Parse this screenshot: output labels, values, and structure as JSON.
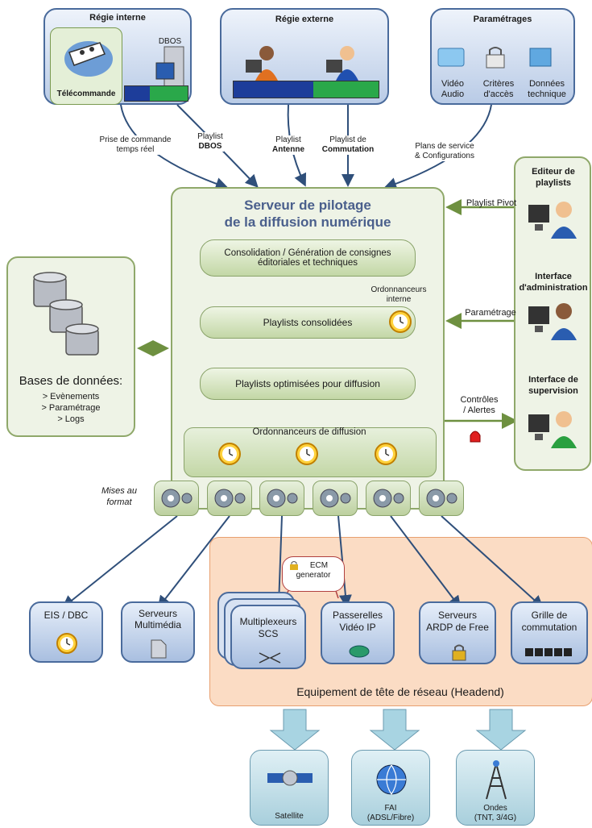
{
  "top": {
    "regie_interne": {
      "title": "Régie interne",
      "dbos": "DBOS",
      "telecommande": "Télécommande"
    },
    "regie_externe": {
      "title": "Régie externe"
    },
    "parametrages": {
      "title": "Paramétrages",
      "items": [
        "Vidéo Audio",
        "Critères d'accès",
        "Données technique"
      ]
    }
  },
  "input_labels": {
    "prise": [
      "Prise de commande",
      "temps réel"
    ],
    "playlist_dbos": [
      "Playlist",
      "DBOS"
    ],
    "playlist_antenne": [
      "Playlist",
      "Antenne"
    ],
    "playlist_commutation": [
      "Playlist de",
      "Commutation"
    ],
    "plans": [
      "Plans de service",
      "& Configurations"
    ]
  },
  "server": {
    "title_line1": "Serveur de pilotage",
    "title_line2": "de la diffusion numérique",
    "step1": [
      "Consolidation / Génération de consignes",
      "éditoriales et techniques"
    ],
    "ordonnanceurs_interne": [
      "Ordonnanceurs",
      "interne"
    ],
    "step2": "Playlists consolidées",
    "step3": "Playlists optimisées pour diffusion",
    "ordonnanceurs_diffusion": "Ordonnanceurs de diffusion"
  },
  "databases": {
    "title": "Bases de données:",
    "items": [
      "> Evènements",
      "> Paramétrage",
      "> Logs"
    ]
  },
  "right_panel": {
    "editeur": [
      "Editeur de",
      "playlists"
    ],
    "admin": [
      "Interface",
      "d'administration"
    ],
    "supervision": [
      "Interface de",
      "supervision"
    ],
    "playlist_pivot": "Playlist Pivot",
    "parametrage": "Paramétrage",
    "controles": [
      "Contrôles",
      "/ Alertes"
    ]
  },
  "mises_au_format": [
    "Mises au",
    "format"
  ],
  "outputs": {
    "eis": "EIS / DBC",
    "serveurs_multimedia": [
      "Serveurs",
      "Multimédia"
    ],
    "ecm": [
      "ECM",
      "generator"
    ],
    "multiplexeurs": [
      "Multiplexeurs",
      "SCS"
    ],
    "passerelles": [
      "Passerelles",
      "Vidéo IP"
    ],
    "ardp": [
      "Serveurs",
      "ARDP de Free"
    ],
    "grille": [
      "Grille de",
      "commutation"
    ]
  },
  "headend": "Equipement de tête de réseau (Headend)",
  "bottom": {
    "satellite": "Satellite",
    "fai": [
      "FAI",
      "(ADSL/Fibre)"
    ],
    "ondes": [
      "Ondes",
      "(TNT, 3/4G)"
    ]
  },
  "colors": {
    "blue_border": "#4a6b9c",
    "green_border": "#8fa86a",
    "headend_fill": "#fbdcc4",
    "arrow_dark": "#2f4f7a",
    "arrow_green": "#6e9040"
  }
}
